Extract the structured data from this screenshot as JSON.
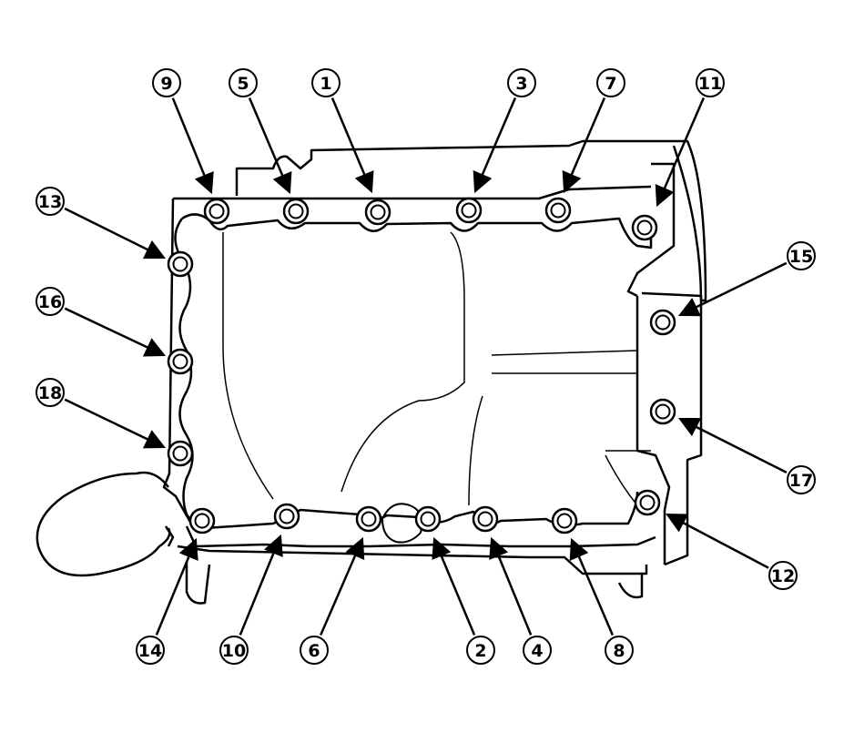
{
  "colors": {
    "ink": "#000000",
    "paper": "#ffffff"
  },
  "bolts": [
    {
      "id": "bolt-1",
      "label": "1"
    },
    {
      "id": "bolt-2",
      "label": "2"
    },
    {
      "id": "bolt-3",
      "label": "3"
    },
    {
      "id": "bolt-4",
      "label": "4"
    },
    {
      "id": "bolt-5",
      "label": "5"
    },
    {
      "id": "bolt-6",
      "label": "6"
    },
    {
      "id": "bolt-7",
      "label": "7"
    },
    {
      "id": "bolt-8",
      "label": "8"
    },
    {
      "id": "bolt-9",
      "label": "9"
    },
    {
      "id": "bolt-10",
      "label": "10"
    },
    {
      "id": "bolt-11",
      "label": "11"
    },
    {
      "id": "bolt-12",
      "label": "12"
    },
    {
      "id": "bolt-13",
      "label": "13"
    },
    {
      "id": "bolt-14",
      "label": "14"
    },
    {
      "id": "bolt-15",
      "label": "15"
    },
    {
      "id": "bolt-16",
      "label": "16"
    },
    {
      "id": "bolt-17",
      "label": "17"
    },
    {
      "id": "bolt-18",
      "label": "18"
    }
  ]
}
